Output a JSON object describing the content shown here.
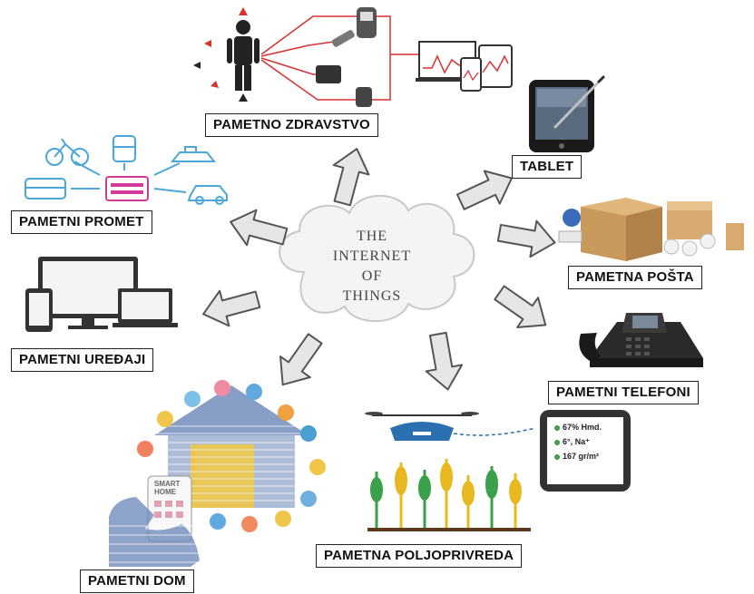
{
  "cloud": {
    "lines": [
      "THE",
      "INTERNET",
      "OF",
      "THINGS"
    ]
  },
  "labels": {
    "health": "PAMETNO ZDRAVSTVO",
    "tablet": "TABLET",
    "mail": "PAMETNA POŠTA",
    "phones": "PAMETNI TELEFONI",
    "agriculture": "PAMETNA POLJOPRIVREDA",
    "home": "PAMETNI DOM",
    "devices": "PAMETNI UREĐAJI",
    "traffic": "PAMETNI PROMET"
  },
  "agri_readings": [
    "67% Hmd.",
    "6°, Na⁺",
    "167 gr/m²"
  ],
  "home_screen_text": [
    "SMART",
    "HOME"
  ],
  "colors": {
    "arrow_fill": "#e6e6e6",
    "arrow_stroke": "#555555",
    "health_accent": "#d93030",
    "traffic_accent": "#4aa7d8",
    "mail_box": "#c79a5c",
    "agri_plant_green": "#3aa04a",
    "agri_plant_yellow": "#e8b820",
    "drone_blue": "#2a6fb0",
    "home_stripe_blue": "#6a86b8",
    "home_stripe_yellow": "#f0c64a"
  }
}
